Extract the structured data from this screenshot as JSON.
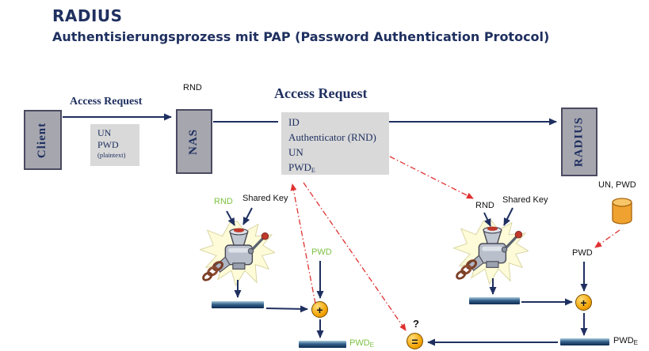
{
  "title": "RADIUS",
  "subtitle": "Authentisierungsprozess mit PAP (Password Authentication Protocol)",
  "colors": {
    "navy": "#1F3060",
    "green": "#7DC242",
    "red": "#E03131",
    "orange": "#F2A100",
    "box-gray": "#D9D9D9",
    "node-gray": "#A6A6AE"
  },
  "flow": {
    "client": "Client",
    "nas": "NAS",
    "radius": "RADIUS",
    "access_request_left": "Access Request",
    "rnd_above_nas": "RND",
    "access_request_main": "Access Request",
    "credentials": {
      "un": "UN",
      "pwd": "PWD",
      "plaintext": "(plaintext)"
    },
    "packet": {
      "id": "ID",
      "authenticator": "Authenticator (RND)",
      "un": "UN",
      "pwd_base": "PWD",
      "pwd_sub": "E"
    }
  },
  "nas_side": {
    "rnd": "RND",
    "shared_key": "Shared Key",
    "pwd": "PWD",
    "plus": "+",
    "pwde_base": "PWD",
    "pwde_sub": "E"
  },
  "radius_side": {
    "rnd": "RND",
    "shared_key": "Shared Key",
    "pwd": "PWD",
    "un_pwd": "UN, PWD",
    "plus": "+",
    "pwde_base": "PWD",
    "pwde_sub": "E"
  },
  "comparison": {
    "question": "?",
    "equals": "="
  }
}
